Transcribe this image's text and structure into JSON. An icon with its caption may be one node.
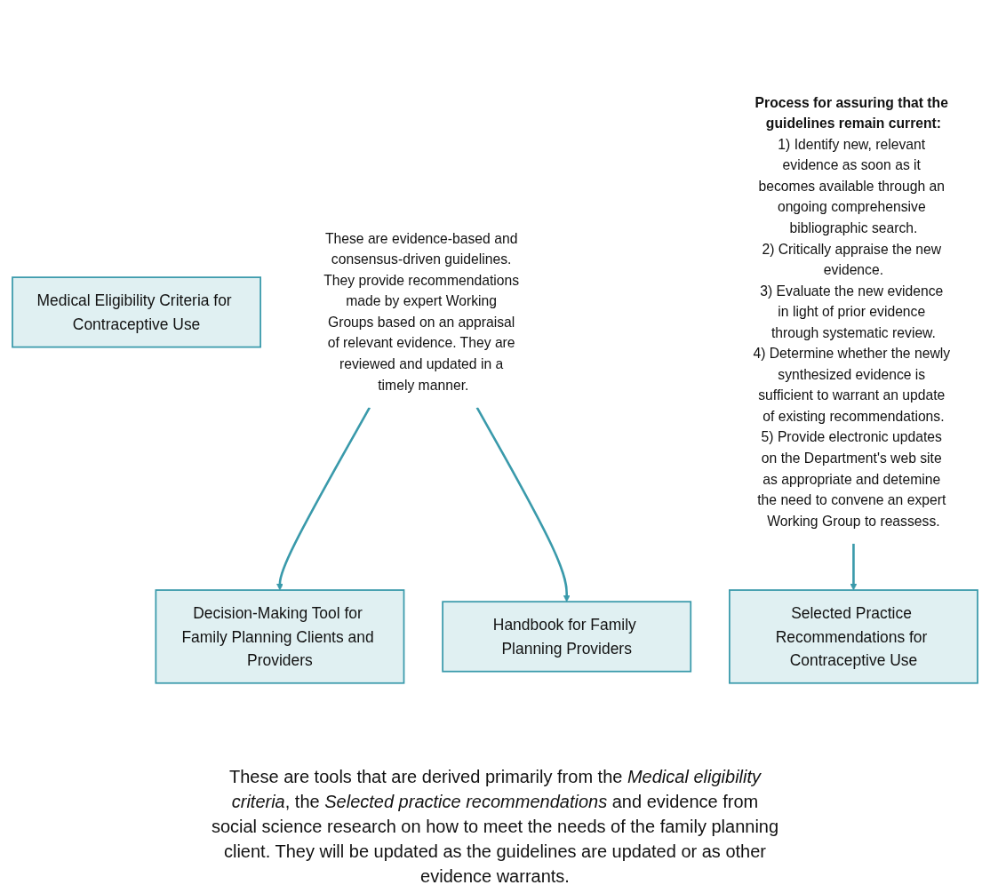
{
  "diagram": {
    "nodes": [
      {
        "text": [
          "Medical Eligibility Criteria for Contraceptive Use"
        ]
      },
      {
        "text": [
          "Selected Practice Recommendations for Contraceptive Use"
        ]
      },
      {
        "text": [
          "These are evidence-based and consensus-driven guidelines. They provide recommendations made by expert Working Groups based on an appraisal of relevant evidence. They are reviewed and updated in a timely manner."
        ]
      },
      {
        "text": [
          "Decision-Making Tool for Family Planning Clients and Providers"
        ]
      },
      {
        "text": [
          "Handbook for Family Planning Providers"
        ]
      },
      {
        "text": [
          "Process for assuring that the guidelines remain current:",
          "1) Identify new, relevant evidence as soon as it becomes available through an ongoing comprehensive bibliographic search.",
          "2) Critically appraise the new evidence.",
          "3) Evaluate the new evidence in light of prior evidence through systematic review.",
          "4) Determine whether the newly synthesized evidence is sufficient to warrant an update of existing recommendations.",
          "5) Provide electronic updates on the Department's web site as appropriate and detemine the need to convene an expert Working Group to reassess."
        ]
      }
    ],
    "edges": [
      {
        "from": 2,
        "to": 3,
        "arrow": "to"
      },
      {
        "from": 2,
        "to": 4,
        "arrow": "to"
      },
      {
        "from": 5,
        "to": 1,
        "arrow": "to"
      }
    ],
    "labels": [
      "These are tools that are derived primarily from the *Medical eligibility criteria*, the *Selected practice recommendations* and evidence from social science research on how to meet the needs of the family planning client. They will be updated as the guidelines are updated or as other evidence warrants."
    ]
  }
}
